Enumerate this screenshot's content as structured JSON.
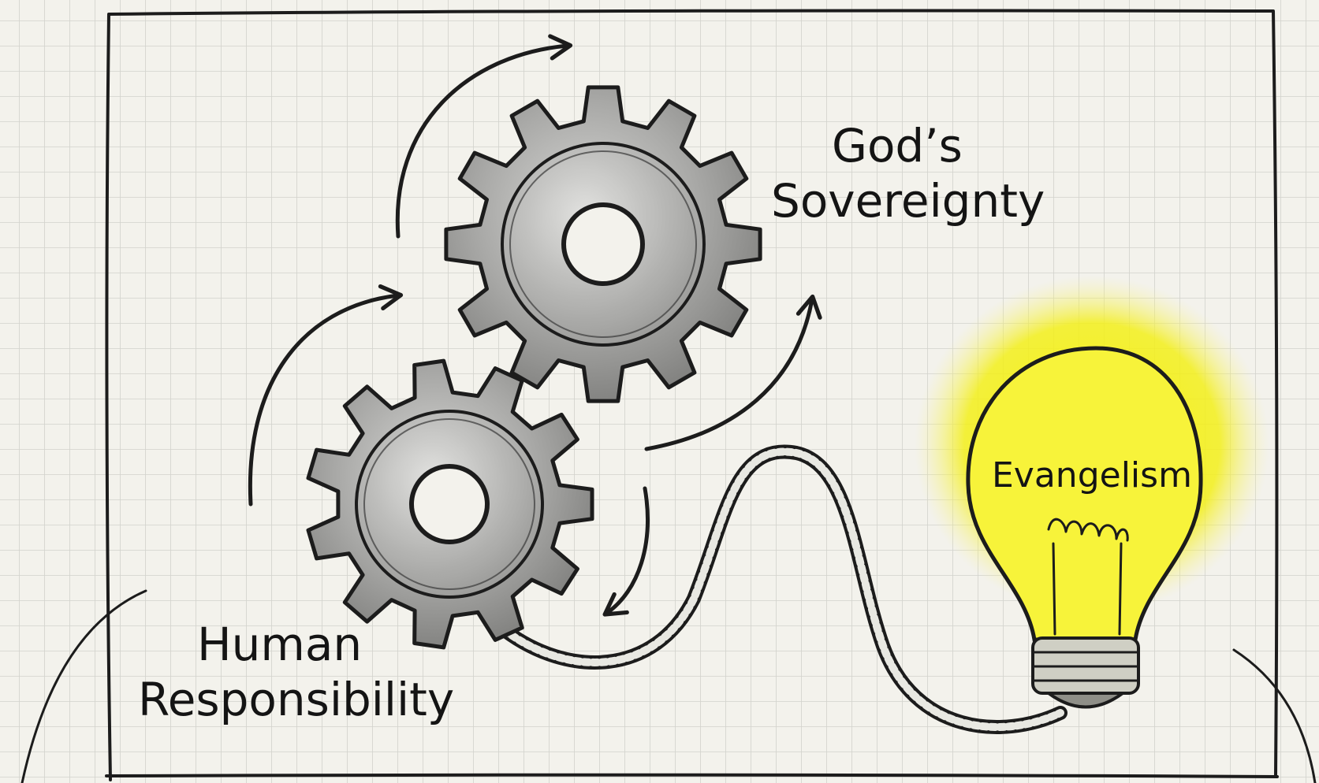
{
  "labels": {
    "sovereignty_line1": "God’s",
    "sovereignty_line2": "Sovereignty",
    "responsibility_line1": "Human",
    "responsibility_line2": "Responsibility",
    "bulb": "Evangelism"
  },
  "icons": {
    "gear_large": "gear-icon",
    "gear_small": "gear-icon",
    "bulb": "lightbulb-icon",
    "arrows": "curved-arrow-icon"
  },
  "colors": {
    "paper": "#f3f2ec",
    "grid": "#d2d2cc",
    "ink": "#1c1c1c",
    "gear_fill": "#9a9a98",
    "bulb_glow": "#f2f000",
    "bulb_fill": "#f7f33a"
  }
}
